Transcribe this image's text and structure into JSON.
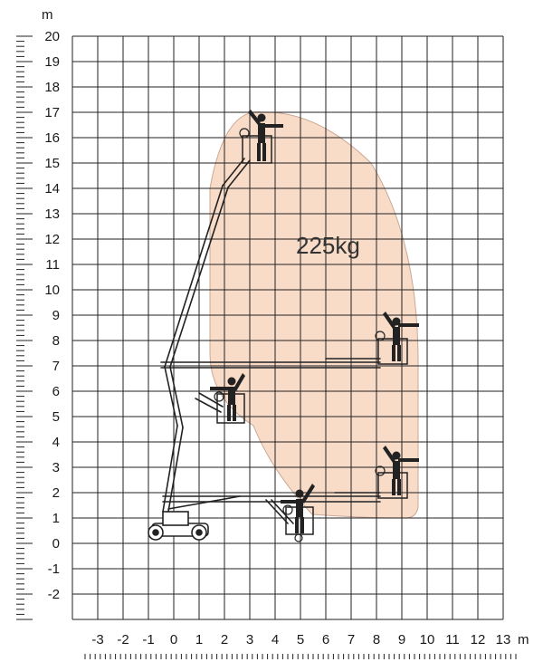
{
  "y_axis": {
    "unit": "m",
    "ticks": [
      "20",
      "19",
      "18",
      "17",
      "16",
      "15",
      "14",
      "13",
      "12",
      "11",
      "10",
      "9",
      "8",
      "7",
      "6",
      "5",
      "4",
      "3",
      "2",
      "1",
      "0",
      "-1",
      "-2"
    ]
  },
  "x_axis": {
    "unit": "m",
    "ticks": [
      "-3",
      "-2",
      "-1",
      "0",
      "1",
      "2",
      "3",
      "4",
      "5",
      "6",
      "7",
      "8",
      "9",
      "10",
      "11",
      "12",
      "13"
    ]
  },
  "grid": {
    "x_range": [
      -4,
      13
    ],
    "y_range": [
      -3,
      20
    ],
    "step": 1
  },
  "working_envelope": {
    "fill_color": "#f8dcc8",
    "stroke_color": "#c9a896"
  },
  "load_capacity": {
    "label": "225kg"
  },
  "machine_color": "#222222"
}
